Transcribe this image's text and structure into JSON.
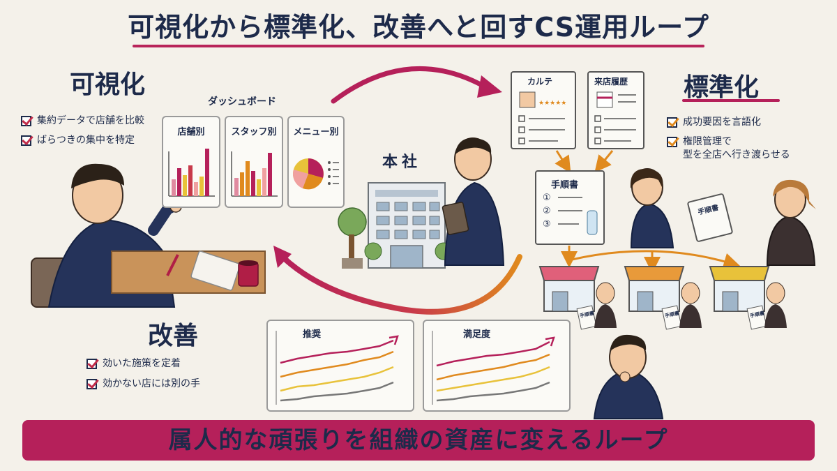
{
  "title": "可視化から標準化、改善へと回すCS運用ループ",
  "visualize": {
    "heading": "可視化",
    "checks": [
      "集約データで店舗を比較",
      "ばらつきの集中を特定"
    ],
    "dashboard_label": "ダッシュボード",
    "panels": [
      "店舗別",
      "スタッフ別",
      "メニュー別"
    ]
  },
  "hq": {
    "label": "本社"
  },
  "standardize": {
    "heading": "標準化",
    "doc1": "カルテ",
    "doc2": "来店履歴",
    "manual": "手順書",
    "manual_steps": [
      "①",
      "②",
      "③"
    ],
    "held_doc": "手順書",
    "store_doc": "手順書",
    "checks": [
      "成功要因を言語化",
      "権限管理で\n型を全店へ行き渡らせる"
    ]
  },
  "improve": {
    "heading": "改善",
    "checks": [
      "効いた施策を定着",
      "効かない店には別の手"
    ],
    "chart1_title": "推奨",
    "chart2_title": "満足度"
  },
  "banner": "属人的な頑張りを組織の資産に変えるループ",
  "colors": {
    "navy": "#1d2a4a",
    "crimson": "#b5205a",
    "orange": "#e08a1e",
    "check_red": "#c22d4a"
  }
}
